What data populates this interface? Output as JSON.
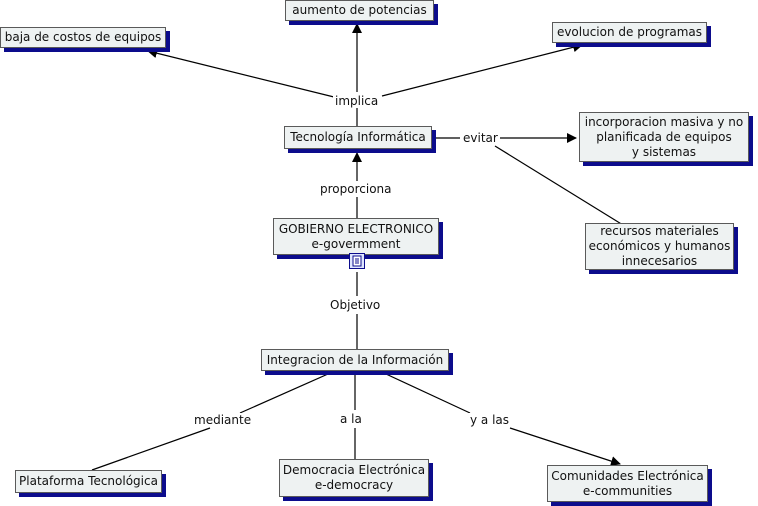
{
  "nodes": {
    "aumento": "aumento de potencias",
    "baja": "baja de costos de equipos",
    "evolucion": "evolucion de programas",
    "tecnologia": "Tecnología Informática",
    "incorporacion": "incorporacion masiva y no\nplanificada de equipos\ny sistemas",
    "recursos": "recursos materiales\neconómicos y humanos\ninnecesarios",
    "gobierno": "GOBIERNO ELECTRONICO\ne-govermment",
    "integracion": "Integracion de la Información",
    "plataforma": "Plataforma Tecnológica",
    "democracia": "Democracia Electrónica\ne-democracy",
    "comunidades": "Comunidades Electrónica\ne-communities"
  },
  "links": {
    "implica": "implica",
    "evitar": "evitar",
    "proporciona": "proporciona",
    "objetivo": "Objetivo",
    "mediante": "mediante",
    "a_la": "a la",
    "y_a_las": "y a las"
  },
  "icons": {
    "resource": "document-icon"
  },
  "colors": {
    "node_fill": "#eef2f2",
    "shadow": "#0c0c8c",
    "line": "#000000"
  }
}
